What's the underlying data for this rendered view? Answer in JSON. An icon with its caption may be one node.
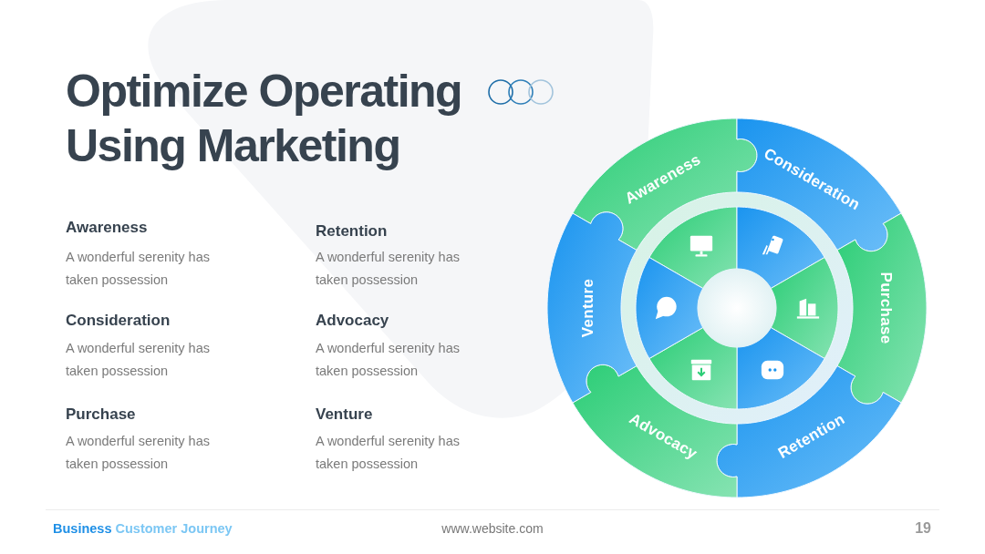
{
  "diagram": {
    "title": "Optimize Operating Using Marketing",
    "nodes": [
      {
        "text": [
          "Awareness"
        ]
      },
      {
        "text": [
          "Consideration"
        ]
      },
      {
        "text": [
          "Purchase"
        ]
      },
      {
        "text": [
          "Retention"
        ]
      },
      {
        "text": [
          "Advocacy"
        ]
      },
      {
        "text": [
          "Venture"
        ]
      },
      {
        "text": [],
        "shape": "wedge"
      },
      {
        "text": [],
        "shape": "wedge"
      },
      {
        "text": [],
        "shape": "wedge"
      },
      {
        "text": [],
        "shape": "wedge"
      },
      {
        "text": [],
        "shape": "wedge"
      },
      {
        "text": [],
        "shape": "wedge"
      },
      {
        "text": [],
        "shape": "circle"
      }
    ],
    "labels": [
      "Awareness",
      "A wonderful serenity has taken possession",
      "Consideration",
      "A wonderful serenity has taken possession",
      "Purchase",
      "A wonderful serenity has taken possession",
      "Retention",
      "A wonderful serenity has taken possession",
      "Advocacy",
      "A wonderful serenity has taken possession",
      "Venture",
      "A wonderful serenity has taken possession",
      "Business Customer Journey",
      "www.website.com",
      "19"
    ]
  }
}
